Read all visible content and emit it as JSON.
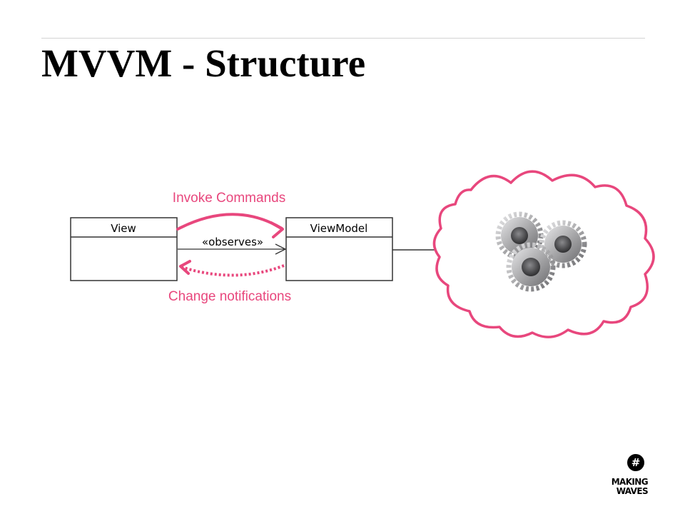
{
  "slide": {
    "title": "MVVM - Structure"
  },
  "diagram": {
    "view_class": "View",
    "viewmodel_class": "ViewModel",
    "relation_label": "«observes»",
    "invoke_label": "Invoke Commands",
    "notify_label": "Change notifications"
  },
  "colors": {
    "accent_pink": "#e8477d",
    "cloud_outline": "#e8477d",
    "gear_metal": "#a9a9ab",
    "uml_line": "#333333"
  },
  "icons": {
    "model_cloud": "cloud-icon",
    "model_gears": "gears-icon",
    "brand_mark": "hash-circle-icon"
  },
  "logo": {
    "mark": "#",
    "line1": "MAKING",
    "line2": "WAVES"
  }
}
